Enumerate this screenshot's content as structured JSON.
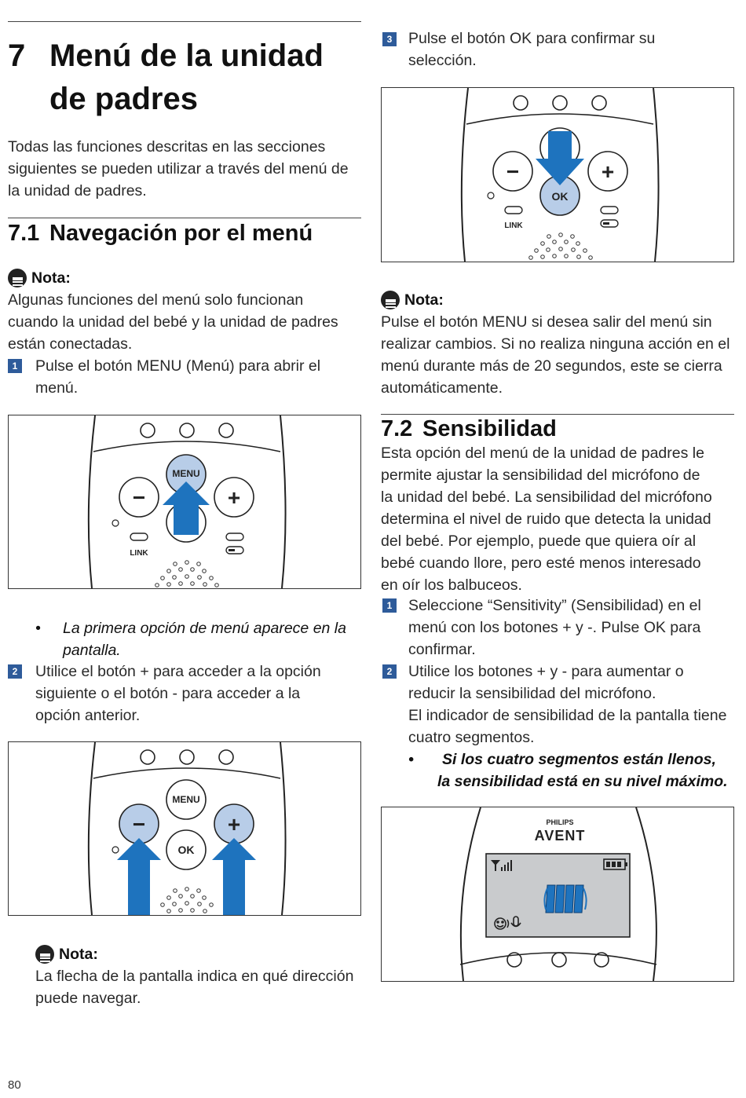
{
  "chapter": {
    "number": "7",
    "title_line1": "Menú de la unidad",
    "title_line2": "de padres"
  },
  "intro": [
    "Todas las funciones descritas en las secciones",
    "siguientes se pueden utilizar a través del menú de",
    "la unidad de padres."
  ],
  "section71": {
    "number": "7.1",
    "title": "Navegación por el menú"
  },
  "note1": {
    "title": "Nota:",
    "lines": [
      "Algunas funciones del menú solo funcionan",
      "cuando la unidad del bebé y la unidad de padres",
      "están conectadas."
    ]
  },
  "step1": {
    "num": "1",
    "lines": [
      "Pulse el botón MENU (Menú) para abrir el",
      "menú."
    ]
  },
  "fig1": {
    "menu_label": "MENU",
    "minus": "−",
    "plus": "+",
    "link": "LINK"
  },
  "bullet1": {
    "symbol": "•",
    "lines": [
      "La primera opción de menú aparece en la",
      "pantalla."
    ]
  },
  "step2": {
    "num": "2",
    "lines": [
      "Utilice el botón + para acceder a la opción",
      "siguiente o el botón - para acceder a la",
      "opción anterior."
    ]
  },
  "fig2": {
    "menu_label": "MENU",
    "ok_label": "OK",
    "minus": "−",
    "plus": "+"
  },
  "note3": {
    "title": "Nota:",
    "lines": [
      "La flecha de la pantalla indica en qué dirección",
      "puede navegar."
    ]
  },
  "step3": {
    "num": "3",
    "lines": [
      "Pulse el botón OK para confirmar su",
      "selección."
    ]
  },
  "fig3": {
    "ok_label": "OK",
    "minus": "−",
    "plus": "+",
    "link": "LINK"
  },
  "note2": {
    "title": "Nota:",
    "lines": [
      "Pulse el botón MENU si desea salir del menú sin",
      "realizar cambios. Si no realiza ninguna acción en el",
      "menú durante más de 20 segundos, este se cierra",
      "automáticamente."
    ]
  },
  "section72": {
    "number": "7.2",
    "title": "Sensibilidad"
  },
  "sens_intro": [
    "Esta opción del menú de la unidad de padres le",
    "permite ajustar la sensibilidad del micrófono de",
    "la unidad del bebé. La sensibilidad del micrófono",
    "determina el nivel de ruido que detecta la unidad",
    "del bebé. Por ejemplo, puede que quiera oír al",
    "bebé cuando llore, pero esté menos interesado",
    "en oír los balbuceos."
  ],
  "sens_step1": {
    "num": "1",
    "lines": [
      "Seleccione “Sensitivity” (Sensibilidad) en el",
      "menú con los botones + y -. Pulse OK para",
      "confirmar."
    ]
  },
  "sens_step2": {
    "num": "2",
    "lines": [
      "Utilice los botones + y - para aumentar o",
      "reducir la sensibilidad del micrófono.",
      "El indicador de sensibilidad de la pantalla tiene",
      "cuatro segmentos."
    ]
  },
  "bullet2": {
    "symbol": "•",
    "lines": [
      "Si los cuatro segmentos están llenos,",
      "la sensibilidad está en su nivel máximo."
    ]
  },
  "fig4": {
    "brand_top": "PHILIPS",
    "brand_bottom": "AVENT",
    "sensitivity_level": "4/4"
  },
  "page_number": "80",
  "colors": {
    "arrow": "#1e73be",
    "button_highlight": "#b8cde8",
    "step_badge": "#2e5b9a",
    "lcd": "#c9cbcd"
  }
}
